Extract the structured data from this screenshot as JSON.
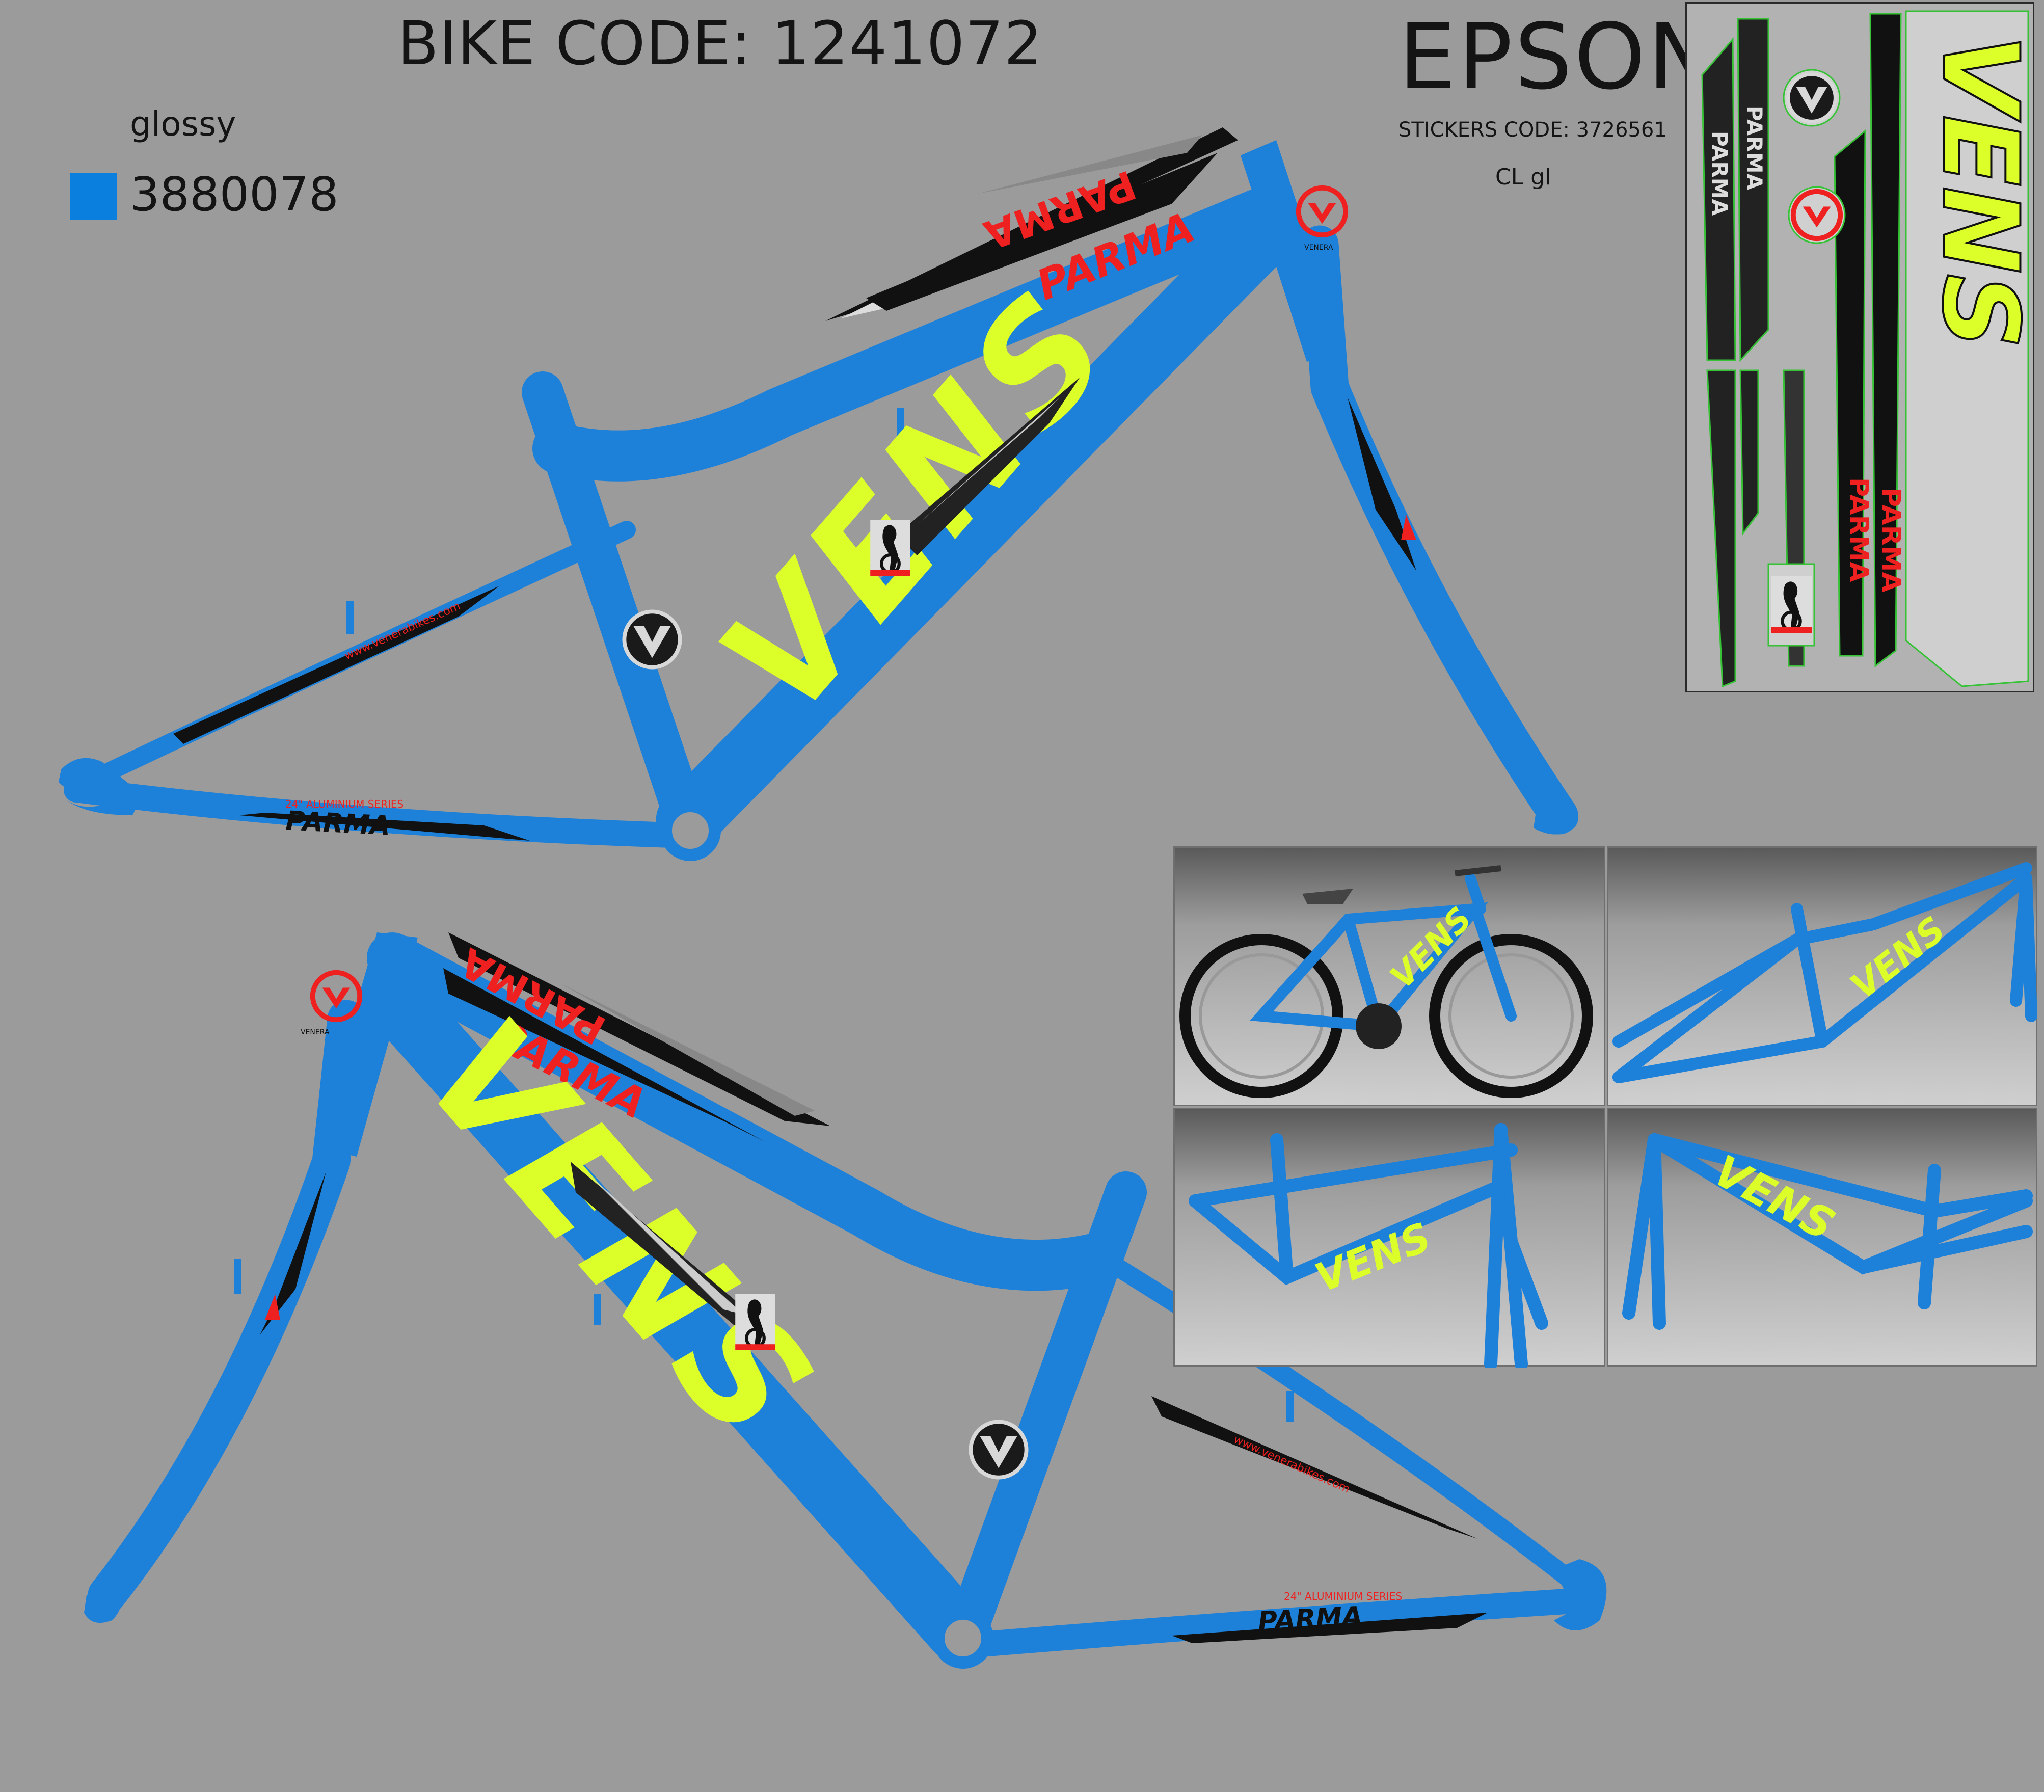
{
  "header": {
    "bike_code": "BIKE CODE: 1241072",
    "printer": "EPSON",
    "stickers_code": "STICKERS CODE: 3726561",
    "coating": "CL gl"
  },
  "legend": {
    "finish": "glossy",
    "swatch_code": "3880078",
    "swatch_hex": "#0a7fde"
  },
  "decal_text": {
    "brand": "VENS",
    "model": "PARMA",
    "series": "24\" ALUMINIUM SERIES",
    "website": "www.venerabikes.com",
    "logo_caption": "VENERA"
  },
  "colors": {
    "frame": "#1d80d9",
    "frame_stroke": "#1873c4",
    "neon": "#dcff2a",
    "red": "#ee2020",
    "black": "#111111"
  },
  "icons": [
    "venera-logo-icon",
    "rider-icon"
  ]
}
